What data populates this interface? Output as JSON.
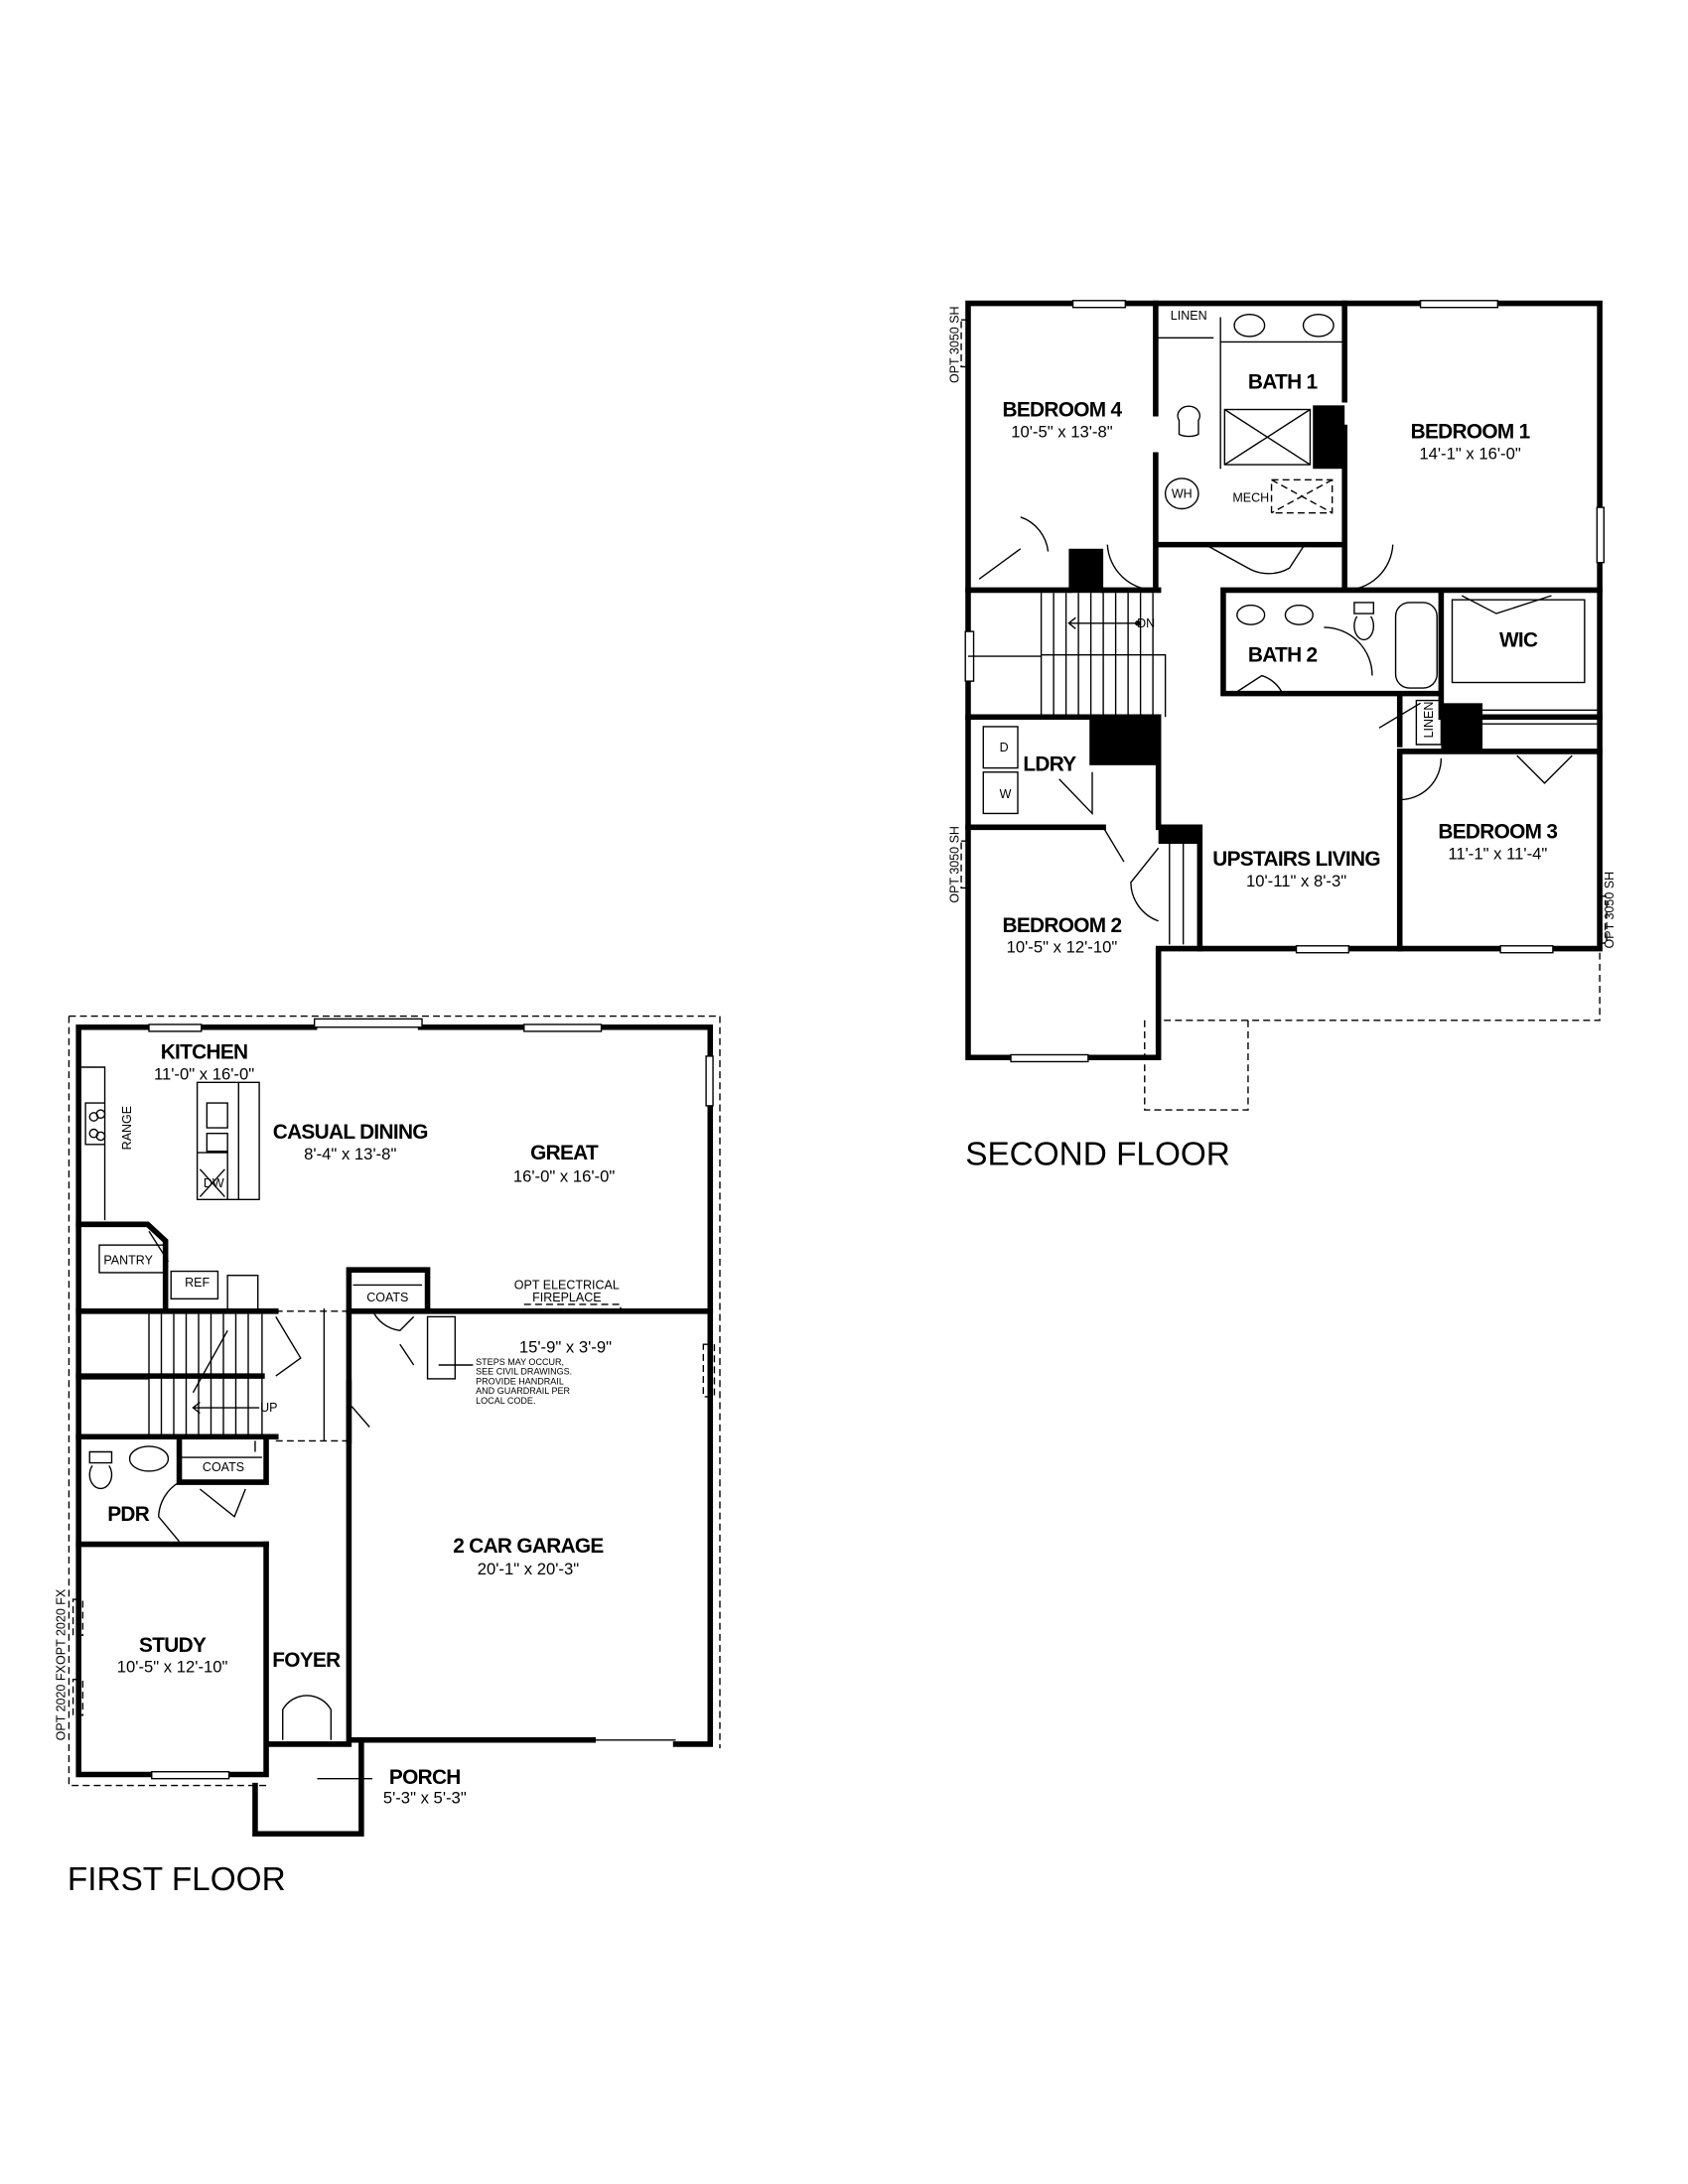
{
  "second_floor": {
    "title": "SECOND FLOOR",
    "rooms": {
      "bedroom4": {
        "name": "BEDROOM 4",
        "size": "10'-5\" x 13'-8\""
      },
      "bath1": {
        "name": "BATH 1"
      },
      "bedroom1": {
        "name": "BEDROOM 1",
        "size": "14'-1\" x 16'-0\""
      },
      "bath2": {
        "name": "BATH 2"
      },
      "wic": {
        "name": "WIC"
      },
      "ldry": {
        "name": "LDRY"
      },
      "bedroom3": {
        "name": "BEDROOM 3",
        "size": "11'-1\" x 11'-4\""
      },
      "upstairs_living": {
        "name": "UPSTAIRS LIVING",
        "size": "10'-11\" x 8'-3\""
      },
      "bedroom2": {
        "name": "BEDROOM 2",
        "size": "10'-5\" x 12'-10\""
      }
    },
    "fixtures": {
      "linen": "LINEN",
      "linen2": "LINEN",
      "mech": "MECH",
      "wh": "WH",
      "dryer": "D",
      "washer": "W",
      "stairs_dn": "DN"
    },
    "options": {
      "opt1": "OPT 3050 SH",
      "opt2": "OPT 3050 SH",
      "opt3": "OPT 3050 SH"
    }
  },
  "first_floor": {
    "title": "FIRST FLOOR",
    "rooms": {
      "kitchen": {
        "name": "KITCHEN",
        "size": "11'-0\" x 16'-0\""
      },
      "casual_dining": {
        "name": "CASUAL DINING",
        "size": "8'-4\" x 13'-8\""
      },
      "great": {
        "name": "GREAT",
        "size": "16'-0\" x 16'-0\""
      },
      "garage": {
        "name": "2 CAR GARAGE",
        "size": "20'-1\" x 20'-3\""
      },
      "pdr": {
        "name": "PDR"
      },
      "study": {
        "name": "STUDY",
        "size": "10'-5\" x 12'-10\""
      },
      "foyer": {
        "name": "FOYER"
      },
      "porch": {
        "name": "PORCH",
        "size": "5'-3\" x 5'-3\""
      }
    },
    "fixtures": {
      "range": "RANGE",
      "dw": "DW",
      "pantry": "PANTRY",
      "ref": "REF",
      "coats1": "COATS",
      "coats2": "COATS",
      "stairs_up": "UP",
      "fireplace_1": "OPT ELECTRICAL",
      "fireplace_2": "FIREPLACE",
      "garage_step_dim": "15'-9\" x 3'-9\""
    },
    "steps_note": [
      "STEPS MAY OCCUR,",
      "SEE CIVIL DRAWINGS.",
      "PROVIDE HANDRAIL",
      "AND GUARDRAIL PER",
      "LOCAL CODE."
    ],
    "options": {
      "opt1": "OPT 2020 FX",
      "opt2": "OPT 2020 FX"
    }
  }
}
